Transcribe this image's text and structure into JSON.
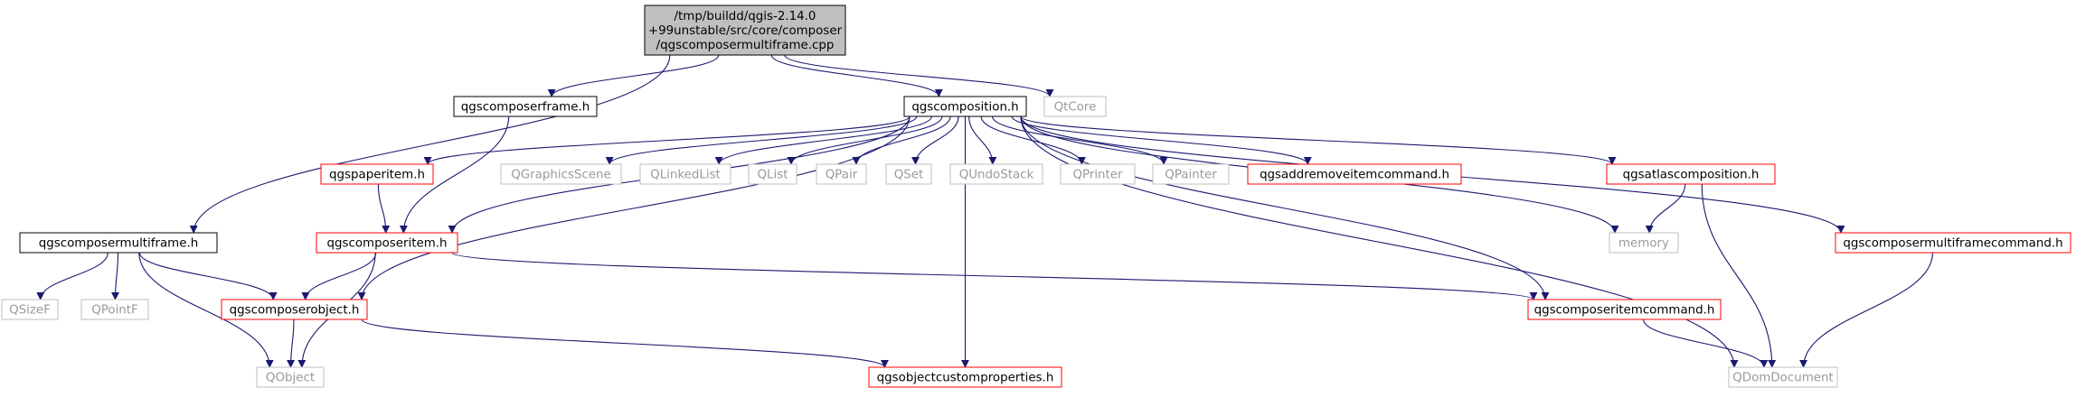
{
  "colors": {
    "edge": "#191970",
    "root_fill": "#bfbfbf",
    "black_border": "#000000",
    "red_border": "#ff0000",
    "grey_border": "#bfbfbf",
    "grey_text": "#9a9a9a",
    "text": "#000000"
  },
  "diagram": {
    "nodes": [
      {
        "id": "root",
        "style": "root",
        "lines": [
          "/tmp/buildd/qgis-2.14.0",
          "+99unstable/src/core/composer",
          "/qgscomposermultiframe.cpp"
        ]
      },
      {
        "id": "composerframe",
        "style": "black",
        "lines": [
          "qgscomposerframe.h"
        ]
      },
      {
        "id": "composition",
        "style": "black",
        "lines": [
          "qgscomposition.h"
        ]
      },
      {
        "id": "qtcore",
        "style": "grey",
        "lines": [
          "QtCore"
        ]
      },
      {
        "id": "multiframe",
        "style": "black",
        "lines": [
          "qgscomposermultiframe.h"
        ]
      },
      {
        "id": "paperitem",
        "style": "red",
        "lines": [
          "qgspaperitem.h"
        ]
      },
      {
        "id": "qgraphicsscene",
        "style": "grey",
        "lines": [
          "QGraphicsScene"
        ]
      },
      {
        "id": "qlinkedlist",
        "style": "grey",
        "lines": [
          "QLinkedList"
        ]
      },
      {
        "id": "qlist",
        "style": "grey",
        "lines": [
          "QList"
        ]
      },
      {
        "id": "qpair",
        "style": "grey",
        "lines": [
          "QPair"
        ]
      },
      {
        "id": "qset",
        "style": "grey",
        "lines": [
          "QSet"
        ]
      },
      {
        "id": "qundostack",
        "style": "grey",
        "lines": [
          "QUndoStack"
        ]
      },
      {
        "id": "qprinter",
        "style": "grey",
        "lines": [
          "QPrinter"
        ]
      },
      {
        "id": "qpainter",
        "style": "grey",
        "lines": [
          "QPainter"
        ]
      },
      {
        "id": "addremove",
        "style": "red",
        "lines": [
          "qgsaddremoveitemcommand.h"
        ]
      },
      {
        "id": "atlas",
        "style": "red",
        "lines": [
          "qgsatlascomposition.h"
        ]
      },
      {
        "id": "multiframecmd",
        "style": "red",
        "lines": [
          "qgscomposermultiframecommand.h"
        ]
      },
      {
        "id": "composeritem",
        "style": "red",
        "lines": [
          "qgscomposeritem.h"
        ]
      },
      {
        "id": "memory",
        "style": "grey",
        "lines": [
          "memory"
        ]
      },
      {
        "id": "qsizef",
        "style": "grey",
        "lines": [
          "QSizeF"
        ]
      },
      {
        "id": "qpointf",
        "style": "grey",
        "lines": [
          "QPointF"
        ]
      },
      {
        "id": "composerobject",
        "style": "red",
        "lines": [
          "qgscomposerobject.h"
        ]
      },
      {
        "id": "itemcmd",
        "style": "red",
        "lines": [
          "qgscomposeritemcommand.h"
        ]
      },
      {
        "id": "qobject",
        "style": "grey",
        "lines": [
          "QObject"
        ]
      },
      {
        "id": "customprops",
        "style": "red",
        "lines": [
          "qgsobjectcustomproperties.h"
        ]
      },
      {
        "id": "qdomdocument",
        "style": "grey",
        "lines": [
          "QDomDocument"
        ]
      }
    ],
    "edges": [
      [
        "root",
        "composerframe"
      ],
      [
        "root",
        "composition"
      ],
      [
        "root",
        "qtcore"
      ],
      [
        "root",
        "multiframe"
      ],
      [
        "composerframe",
        "composeritem"
      ],
      [
        "composition",
        "paperitem"
      ],
      [
        "composition",
        "qgraphicsscene"
      ],
      [
        "composition",
        "qlinkedlist"
      ],
      [
        "composition",
        "qlist"
      ],
      [
        "composition",
        "qpair"
      ],
      [
        "composition",
        "qset"
      ],
      [
        "composition",
        "qundostack"
      ],
      [
        "composition",
        "qprinter"
      ],
      [
        "composition",
        "qpainter"
      ],
      [
        "composition",
        "addremove"
      ],
      [
        "composition",
        "atlas"
      ],
      [
        "composition",
        "multiframecmd"
      ],
      [
        "composition",
        "composeritem"
      ],
      [
        "composition",
        "composerobject"
      ],
      [
        "composition",
        "memory"
      ],
      [
        "composition",
        "qdomdocument"
      ],
      [
        "composition",
        "itemcmd"
      ],
      [
        "composition",
        "customprops"
      ],
      [
        "multiframe",
        "qsizef"
      ],
      [
        "multiframe",
        "qpointf"
      ],
      [
        "multiframe",
        "composerobject"
      ],
      [
        "multiframe",
        "qobject"
      ],
      [
        "paperitem",
        "composeritem"
      ],
      [
        "composeritem",
        "composerobject"
      ],
      [
        "composeritem",
        "qobject"
      ],
      [
        "composeritem",
        "itemcmd"
      ],
      [
        "composerobject",
        "qobject"
      ],
      [
        "composerobject",
        "customprops"
      ],
      [
        "atlas",
        "memory"
      ],
      [
        "atlas",
        "qdomdocument"
      ],
      [
        "multiframecmd",
        "qdomdocument"
      ],
      [
        "itemcmd",
        "qdomdocument"
      ]
    ]
  }
}
